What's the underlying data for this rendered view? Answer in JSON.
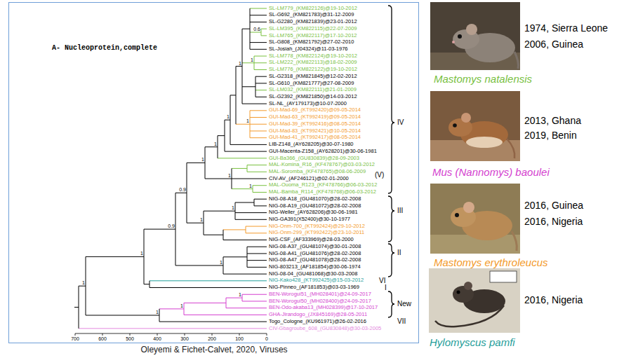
{
  "diagram": {
    "caption": "Oleyemi & Fichet-Calvet, 2020, Viruses",
    "nodes": [
      {
        "text": [
          "A- Nucleoprotein,complete"
        ]
      }
    ],
    "labels": [
      "SL-LM779_(KM822126)@19-10-2012",
      "SL-G692_(KM821783)@31-12-2009",
      "SL-G2280_(KM821839)@23-01-2012",
      "SL-LM395_(KM822115)@22-07-2009",
      "SL-LM765_(KM822117)@17-10-2012",
      "SL-G808_(KM821792)@27-02-2010",
      "SL-Josiah_(J04324)@11-03-1976",
      "SL-LM778_(KM822124)@19-10-2012",
      "SL-LM222_(KM822113)@18-02-2009",
      "SL-LM776_(KM822122)@19-10-2012",
      "SL-G2318_(KM821845)@12-02-2012",
      "SL-G610_(KM821777)@27-08-2009",
      "SL-LM032_(KM822111)@21-01-2009",
      "SL-G2392_(KM821850)@14-03-2012",
      "SL-NL_(AY179173)@10-07-2000",
      "GUI-Mad-69_(KT992420)@09-05-2014",
      "GUI-Mad-63_(KT992419)@09-05-2014",
      "GUI-Mad-39_(KT992416)@08-05-2014",
      "GUI-Mad-83_(KT992421)@10-05-2014",
      "GUI-Mad-41_(KT992417)@08-05-2014",
      "LIB-Z148_(AY628205)@30-07-1980",
      "GUI-Macenta-Z158_(AY628201)@30-06-1981",
      "GUI-Ba366_(GU830839)@28-09-2003",
      "MAL-Komina_R16_(KF478767)@03-03-2012",
      "MAL-Soromba_(KF478765)@08-06-2009",
      "CIV-AV_(AF246121)@02-01-2000",
      "MAL-Ouoma_R123_(KF478766)@06-03-2012",
      "MAL-Bamba_R114_(KF478768)@06-03-2012",
      "NIG-08-A18_(GU481070)@28-02-2008",
      "NIG-08-A19_(GU481072)@28-02-2008",
      "NIG-Weller_(AY628206)@30-06-1981",
      "NIG-GA391(X52400)@30-10-1977",
      "NIG-Onm-700_(KT992424)@29-10-2012",
      "NIG-Onm-299_(KT992422)@23-10-2011",
      "NIG-CSF_(AF333969)@28-03-2000",
      "NIG-08-A37_(GU481074)@30-01-2008",
      "NIG-08-A41_(GU481076)@28-02-2008",
      "NIG-08-A47_(GU481078)@28-02-2008",
      "NIG-803213_(AF181854)@30-06-1974",
      "NIG-08-04_(GU481068)@30-03-2008",
      "NIG-Kako428_(KT992425)@15-03-2012",
      "NIG-Pinneo_(AF181853)@03-03-1969",
      "BEN-Worogui51_(MH028401)@24-09-2017",
      "BEN-Worogui50_(MH028400)@24-09-2017",
      "BEN-Odo-akaba13_(MH028399)@17-10-2017",
      "GHA-Jirandogo_(JX845169)@28-05-2011",
      "Togo_Cologne_(KU961971)@26-02-2016",
      "CIV-Gbagroube_608_(GU830848)@30-03-2005",
      "0.6",
      "1",
      "1",
      "1",
      "1",
      "1",
      "1",
      "1",
      "1",
      "0.9",
      "1",
      "1",
      "0.9",
      "1",
      "1",
      "1",
      "1",
      "1",
      "1",
      "IV",
      "(V)",
      "III",
      "II",
      "VI",
      "I",
      "New",
      "VII",
      "700",
      "600",
      "500",
      "400",
      "300",
      "200",
      "100",
      "0",
      "1974, Sierra Leone",
      "2006, Guinea",
      "Mastomys natalensis",
      "2013, Ghana",
      "2019, Benin",
      "Mus (Nannomys) baoulei",
      "2016, Guinea",
      "2016, Nigeria",
      "Mastomys erythroleucus",
      "2016, Nigeria",
      "Hylomyscus pamfi"
    ]
  }
}
